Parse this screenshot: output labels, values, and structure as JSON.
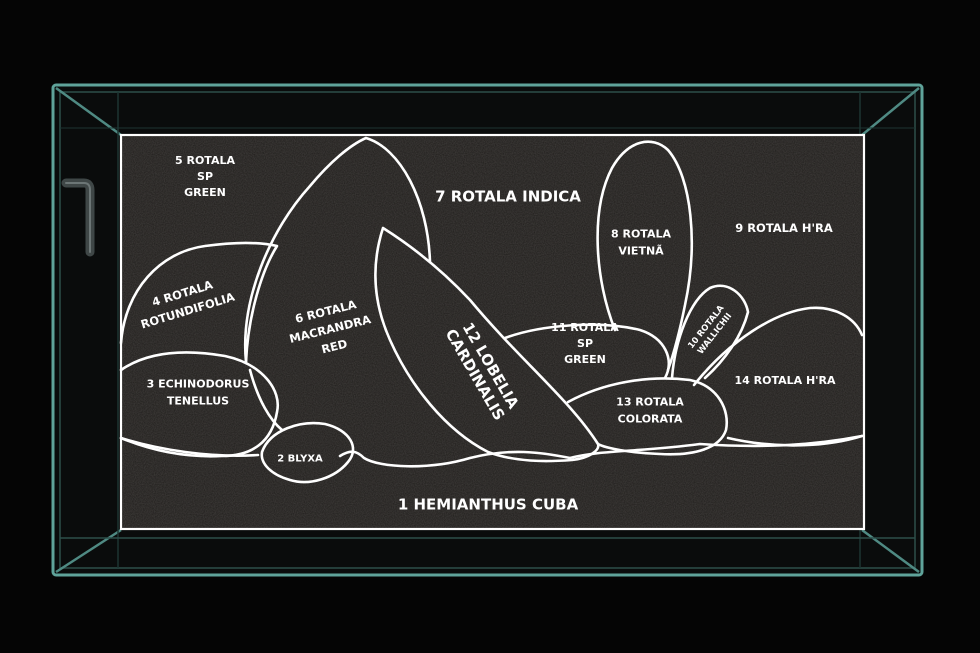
{
  "diagram": {
    "zones": [
      {
        "id": "zone-1",
        "lines": [
          "1 HEMIANTHUS CUBA"
        ]
      },
      {
        "id": "zone-2",
        "lines": [
          "2 BLYXA"
        ]
      },
      {
        "id": "zone-3",
        "lines": [
          "3 ECHINODORUS",
          "TENELLUS"
        ]
      },
      {
        "id": "zone-4",
        "lines": [
          "4 ROTALA",
          "ROTUNDIFOLIA"
        ]
      },
      {
        "id": "zone-5",
        "lines": [
          "5 ROTALA",
          "SP",
          "GREEN"
        ]
      },
      {
        "id": "zone-6",
        "lines": [
          "6 ROTALA",
          "MACRANDRA",
          "RED"
        ]
      },
      {
        "id": "zone-7",
        "lines": [
          "7 ROTALA INDICA"
        ]
      },
      {
        "id": "zone-8",
        "lines": [
          "8 ROTALA",
          "VIETNÃ"
        ]
      },
      {
        "id": "zone-9",
        "lines": [
          "9 ROTALA H'RA"
        ]
      },
      {
        "id": "zone-10",
        "lines": [
          "10 ROTALA",
          "WALLICHII"
        ]
      },
      {
        "id": "zone-11",
        "lines": [
          "11 ROTALA",
          "SP",
          "GREEN"
        ]
      },
      {
        "id": "zone-12",
        "lines": [
          "12 LOBELIA",
          "CARDINALIS"
        ]
      },
      {
        "id": "zone-13",
        "lines": [
          "13 ROTALA",
          "COLORATA"
        ]
      },
      {
        "id": "zone-14",
        "lines": [
          "14 ROTALA H'RA"
        ]
      }
    ]
  },
  "colors": {
    "background": "#050505",
    "substrate": "#1f1d1b",
    "glass_edge": "#5fa39a",
    "outline": "#ffffff"
  }
}
